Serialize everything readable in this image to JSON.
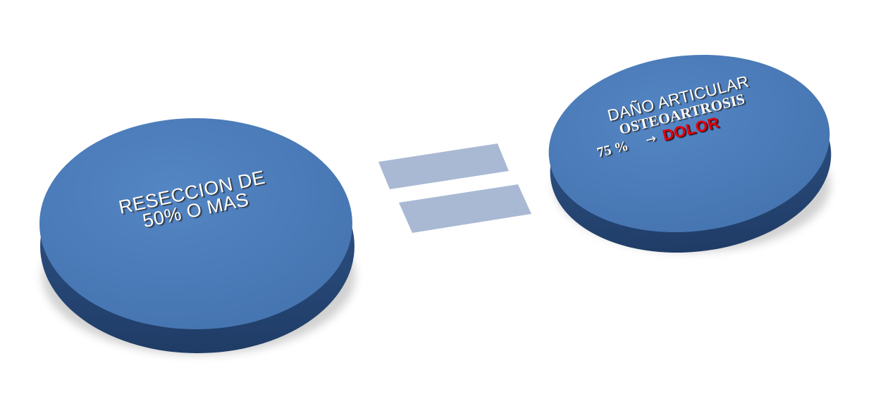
{
  "left_disk": {
    "line1": "RESECCION DE",
    "line2": "50% O MAS"
  },
  "right_disk": {
    "line1": "DAÑO ARTICULAR",
    "line2": "OSTEOARTROSIS",
    "percent": "75 %",
    "arrow": "→",
    "result": "DOLOR"
  },
  "equals_sign": {
    "bar_count": 2
  },
  "colors": {
    "disk_top": "#4a7ab7",
    "disk_side": "#2e5386",
    "disk_side_dark": "#20406b",
    "equals_bar": "#a9b9d4",
    "result_text": "#e8000b",
    "label_text": "#ffffff"
  }
}
